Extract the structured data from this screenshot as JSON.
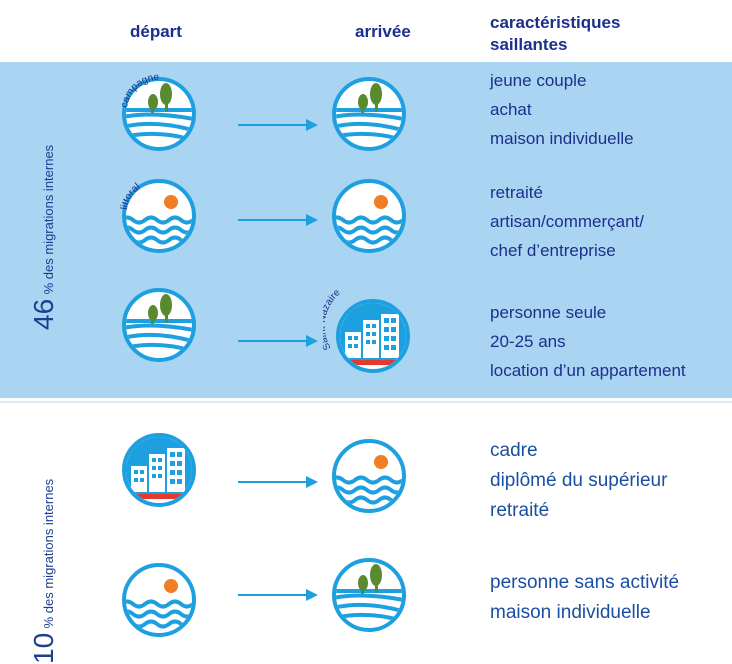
{
  "headers": {
    "depart": "départ",
    "arrivee": "arrivée",
    "caracteristiques_line1": "caractéristiques",
    "caracteristiques_line2": "saillantes"
  },
  "groups": [
    {
      "percent": "46",
      "label": "% des migrations internes",
      "rows": [
        {
          "from": "campagne-icon",
          "from_label": "campagne",
          "to": "campagne-icon",
          "desc": [
            "jeune couple",
            "achat",
            "maison individuelle"
          ]
        },
        {
          "from": "littoral-icon",
          "from_label": "littoral",
          "to": "littoral-icon",
          "desc": [
            "retraité",
            "artisan/commerçant/",
            "chef d’entreprise"
          ]
        },
        {
          "from": "campagne-icon",
          "to": "city-icon",
          "to_label": "Saint-Nazaire",
          "desc": [
            "personne seule",
            "20-25 ans",
            "location d’un appartement"
          ]
        }
      ]
    },
    {
      "percent": "10",
      "label": "% des migrations internes",
      "rows": [
        {
          "from": "city-icon",
          "to": "littoral-icon",
          "desc": [
            "cadre",
            "diplômé du supérieur",
            "retraité"
          ]
        },
        {
          "from": "littoral-icon",
          "to": "campagne-icon",
          "desc": [
            "personne sans activité",
            "maison individuelle"
          ]
        }
      ]
    }
  ],
  "colors": {
    "band": "#a9d5f3",
    "icon_stroke": "#1ea0e0",
    "tree": "#5a8a2e",
    "sun": "#f07f23",
    "text": "#1c2f8c",
    "boat": "#e23b2e"
  }
}
